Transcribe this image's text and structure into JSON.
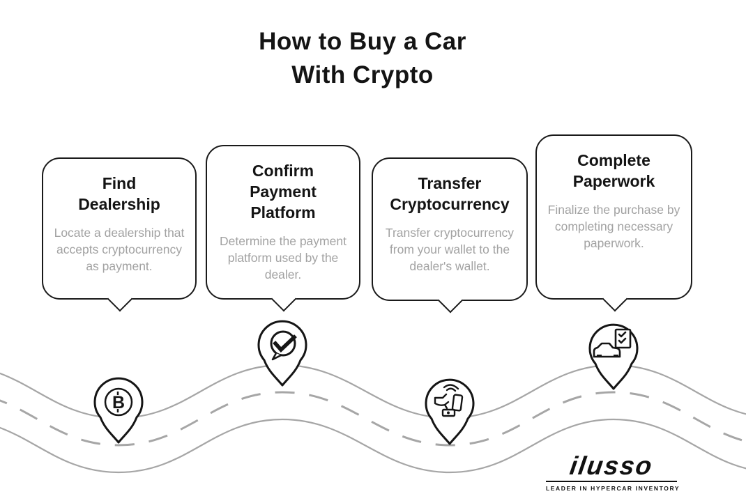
{
  "title": {
    "line1": "How to Buy a Car",
    "line2": "With Crypto"
  },
  "steps": [
    {
      "heading": "Find Dealership",
      "description": "Locate a dealership that accepts cryptocurrency as payment.",
      "icon": "bitcoin-pin-icon"
    },
    {
      "heading": "Confirm Payment Platform",
      "description": "Determine the payment platform used by the dealer.",
      "icon": "chat-check-pin-icon"
    },
    {
      "heading": "Transfer Cryptocurrency",
      "description": "Transfer cryptocurrency from your wallet to the dealer's wallet.",
      "icon": "mobile-payment-pin-icon"
    },
    {
      "heading": "Complete Paperwork",
      "description": "Finalize the purchase by completing necessary paperwork.",
      "icon": "car-checklist-pin-icon"
    }
  ],
  "bitcoin_symbol": "B",
  "logo": {
    "brand": "ilusso",
    "tagline": "LEADER IN HYPERCAR INVENTORY"
  },
  "colors": {
    "background": "#ffffff",
    "heading_text": "#141414",
    "body_text": "#a2a2a2",
    "outline": "#1a1a1a",
    "road_line": "#a6a6a6"
  }
}
